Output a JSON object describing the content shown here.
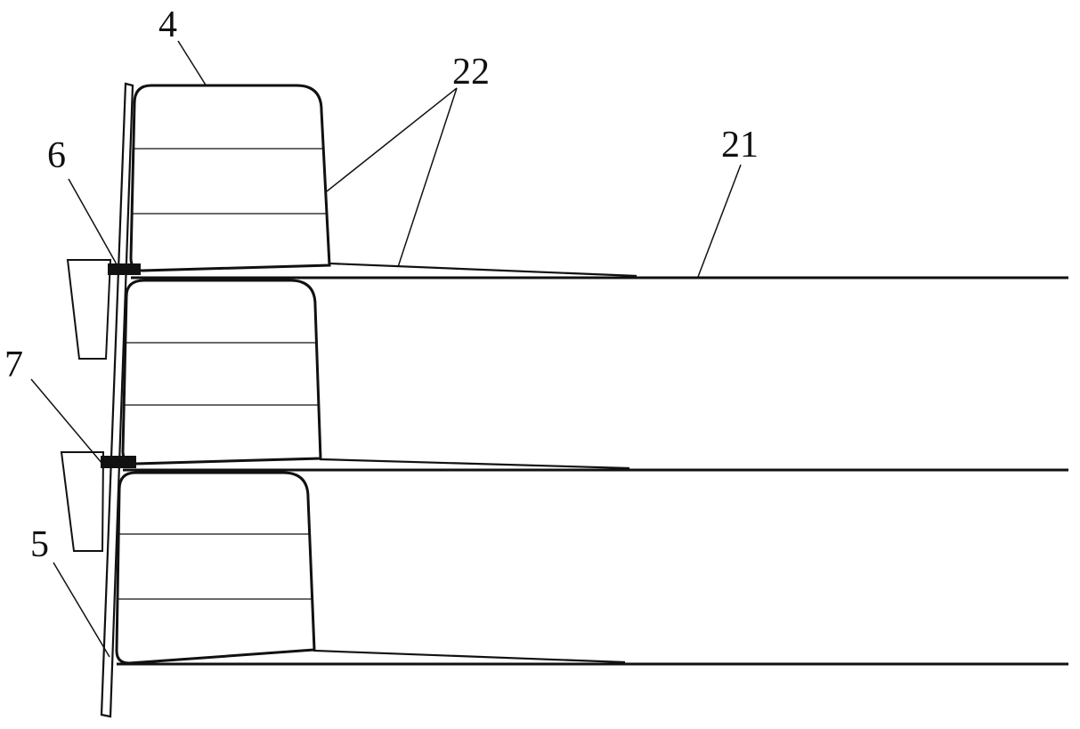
{
  "labels": {
    "l4": "4",
    "l22": "22",
    "l21": "21",
    "l6": "6",
    "l7": "7",
    "l5": "5"
  }
}
